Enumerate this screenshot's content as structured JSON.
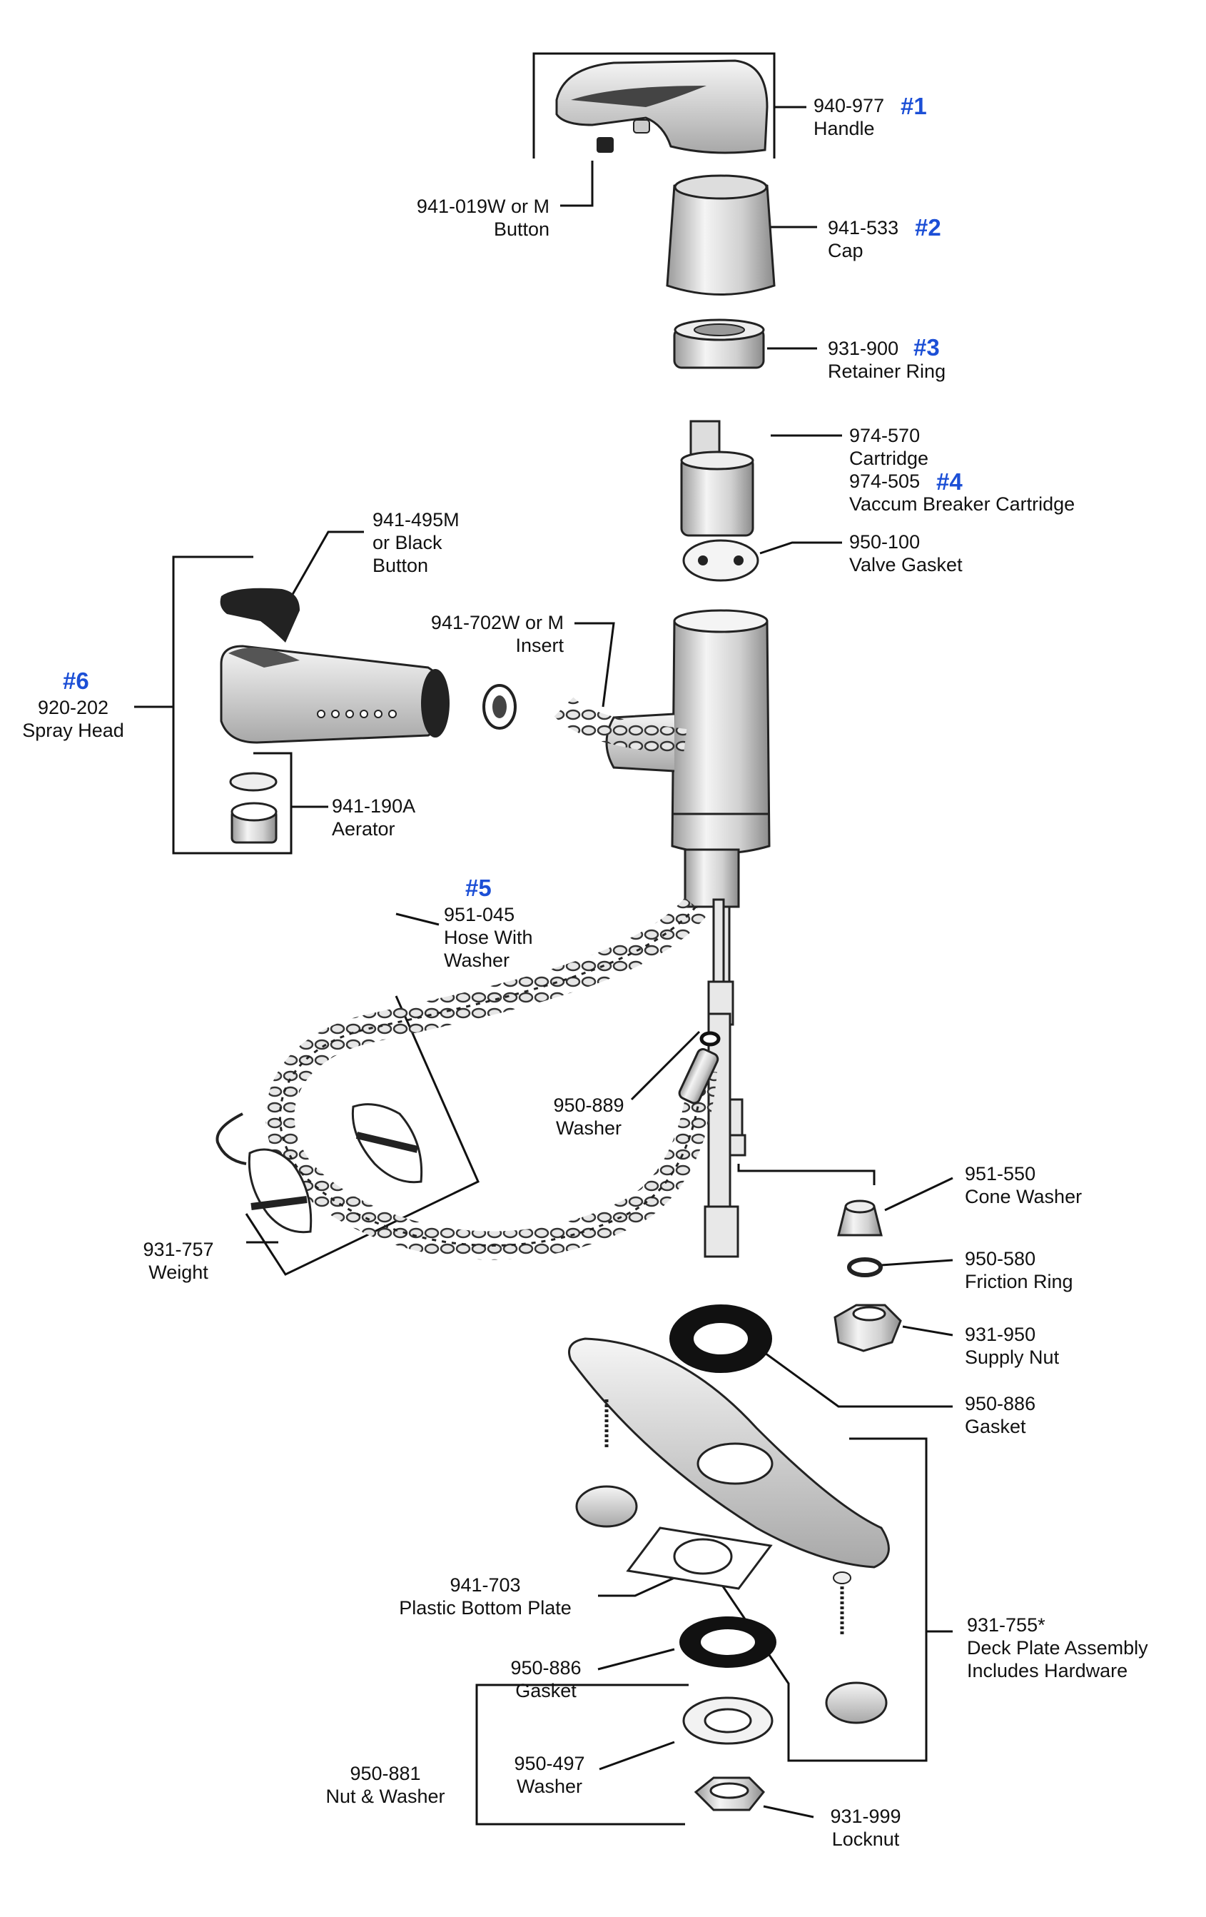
{
  "parts": {
    "handle": {
      "number": "940-977",
      "name": "Handle",
      "callout": "#1"
    },
    "button_top": {
      "number": "941-019W or M",
      "name": "Button"
    },
    "cap": {
      "number": "941-533",
      "name": "Cap",
      "callout": "#2"
    },
    "retainer_ring": {
      "number": "931-900",
      "name": "Retainer Ring",
      "callout": "#3"
    },
    "cartridge": {
      "number": "974-570",
      "name": "Cartridge",
      "number2": "974-505",
      "name2": "Vaccum Breaker Cartridge",
      "callout": "#4"
    },
    "valve_gasket": {
      "number": "950-100",
      "name": "Valve Gasket"
    },
    "spray_button": {
      "number": "941-495M",
      "line2": "or Black",
      "line3": "Button"
    },
    "insert": {
      "number": "941-702W or M",
      "name": "Insert"
    },
    "spray_head": {
      "callout": "#6",
      "number": "920-202",
      "name": "Spray Head"
    },
    "aerator": {
      "number": "941-190A",
      "name": "Aerator"
    },
    "hose": {
      "callout": "#5",
      "number": "951-045",
      "line2": "Hose With",
      "line3": "Washer"
    },
    "washer_hose": {
      "number": "950-889",
      "name": "Washer"
    },
    "weight": {
      "number": "931-757",
      "name": "Weight"
    },
    "cone_washer": {
      "number": "951-550",
      "name": "Cone Washer"
    },
    "friction_ring": {
      "number": "950-580",
      "name": "Friction Ring"
    },
    "supply_nut": {
      "number": "931-950",
      "name": "Supply Nut"
    },
    "gasket_top": {
      "number": "950-886",
      "name": "Gasket"
    },
    "bottom_plate": {
      "number": "941-703",
      "name": "Plastic Bottom Plate"
    },
    "deck_plate": {
      "number": "931-755*",
      "line2": "Deck Plate Assembly",
      "line3": "Includes Hardware"
    },
    "gasket_bottom": {
      "number": "950-886",
      "name": "Gasket"
    },
    "nut_washer": {
      "number": "950-881",
      "name": "Nut & Washer"
    },
    "washer_bottom": {
      "number": "950-497",
      "name": "Washer"
    },
    "locknut": {
      "number": "931-999",
      "name": "Locknut"
    }
  },
  "colors": {
    "callout": "#1c4fd6",
    "line": "#111111"
  }
}
